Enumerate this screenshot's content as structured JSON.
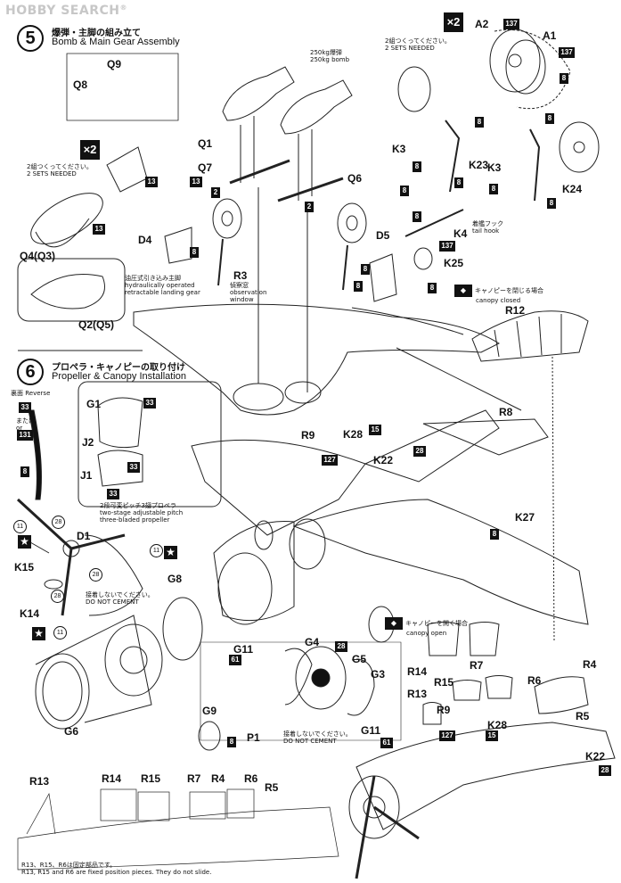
{
  "watermark": {
    "text": "HOBBY SEARCH",
    "reg": "®"
  },
  "step5": {
    "number": "5",
    "title_jp": "爆弾・主脚の組み立て",
    "title_en": "Bomb & Main Gear Assembly"
  },
  "step6": {
    "number": "6",
    "title_jp": "プロペラ・キャノピーの取り付け",
    "title_en": "Propeller & Canopy Installation"
  },
  "multiplier": "×2",
  "make_two_jp": "2組つくってください。",
  "make_two_en": "2 SETS NEEDED",
  "bomb_note_jp": "250kg爆弾",
  "bomb_note_en": "250kg bomb",
  "gear_note": {
    "jp": "油圧式引き込み主脚",
    "en1": "hydraulically operated",
    "en2": "retractable landing gear"
  },
  "window_note": {
    "jp": "偵察窓",
    "en1": "observation",
    "en2": "window"
  },
  "tailhook_note": {
    "jp": "着艦フック",
    "en": "tail hook"
  },
  "canopy_closed": {
    "jp": "キャノピーを閉じる場合",
    "en": "canopy closed"
  },
  "canopy_open": {
    "jp": "キャノピーを開く場合",
    "en": "canopy open"
  },
  "reverse": {
    "jp": "裏面",
    "en": "Reverse"
  },
  "or": {
    "jp": "または",
    "en": "or"
  },
  "prop_note": {
    "jp": "2段可変ピッチ3翅プロペラ",
    "en1": "two-stage adjustable pitch",
    "en2": "three-bladed propeller"
  },
  "no_cement": {
    "jp": "接着しないでください。",
    "en": "DO NOT CEMENT"
  },
  "fixed_note": {
    "jp": "R13、R15、R6は固定部品です。",
    "en": "R13, R15 and R6 are fixed position pieces. They do not slide."
  },
  "parts": {
    "Q9": "Q9",
    "Q8": "Q8",
    "Q1": "Q1",
    "Q7": "Q7",
    "Q6": "Q6",
    "Q4Q3": "Q4(Q3)",
    "Q2Q5": "Q2(Q5)",
    "D4": "D4",
    "D5": "D5",
    "D1": "D1",
    "R3": "R3",
    "R12": "R12",
    "R8": "R8",
    "R9": "R9",
    "K28": "K28",
    "K22": "K22",
    "K27": "K27",
    "K3": "K3",
    "K23": "K23",
    "K24": "K24",
    "K4": "K4",
    "K25": "K25",
    "K15": "K15",
    "K14": "K14",
    "A1": "A1",
    "A2": "A2",
    "G1": "G1",
    "J2": "J2",
    "J1": "J1",
    "G8": "G8",
    "G6": "G6",
    "G11": "G11",
    "G4": "G4",
    "G5": "G5",
    "G3": "G3",
    "G9": "G9",
    "P1": "P1",
    "R14": "R14",
    "R15": "R15",
    "R13": "R13",
    "R7": "R7",
    "R6": "R6",
    "R4": "R4",
    "R5": "R5"
  },
  "tags": {
    "t2": "2",
    "t8": "8",
    "t13": "13",
    "t15": "15",
    "t28": "28",
    "t33": "33",
    "t61": "61",
    "t127": "127",
    "t131": "131",
    "t137": "137"
  },
  "circle_num": "11",
  "star": "★"
}
